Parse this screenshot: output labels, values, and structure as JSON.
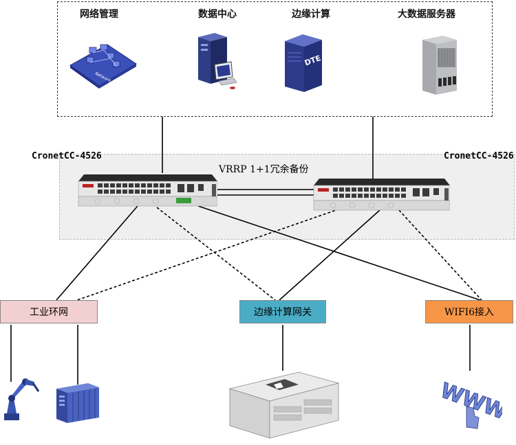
{
  "top_group": {
    "items": [
      {
        "label": "网络管理",
        "icon": "network-management-icon",
        "badge": "Network Management"
      },
      {
        "label": "数据中心",
        "icon": "data-center-pc-icon"
      },
      {
        "label": "边缘计算",
        "icon": "dte-server-icon",
        "badge": "DTE"
      },
      {
        "label": "大数据服务器",
        "icon": "server-rack-icon"
      }
    ]
  },
  "switches": {
    "left_model": "CronetCC-4526",
    "right_model": "CronetCC-4526",
    "redundancy_label": "VRRP 1+1冗余备份"
  },
  "networks": [
    {
      "label": "工业环网",
      "color": "#f2cfd0"
    },
    {
      "label": "边缘计算网关",
      "color": "#4bacc6"
    },
    {
      "label": "WIFI6接入",
      "color": "#f79646"
    }
  ],
  "devices": [
    {
      "icon": "industrial-robot-arm-icon"
    },
    {
      "icon": "plc-controller-icon"
    },
    {
      "icon": "industrial-pc-icon"
    },
    {
      "icon": "www-wifi-icon",
      "text": "WWW"
    }
  ],
  "colors": {
    "link": "#000000",
    "switch_body": "#e4e4e4",
    "switch_top": "#2b2b2b"
  }
}
